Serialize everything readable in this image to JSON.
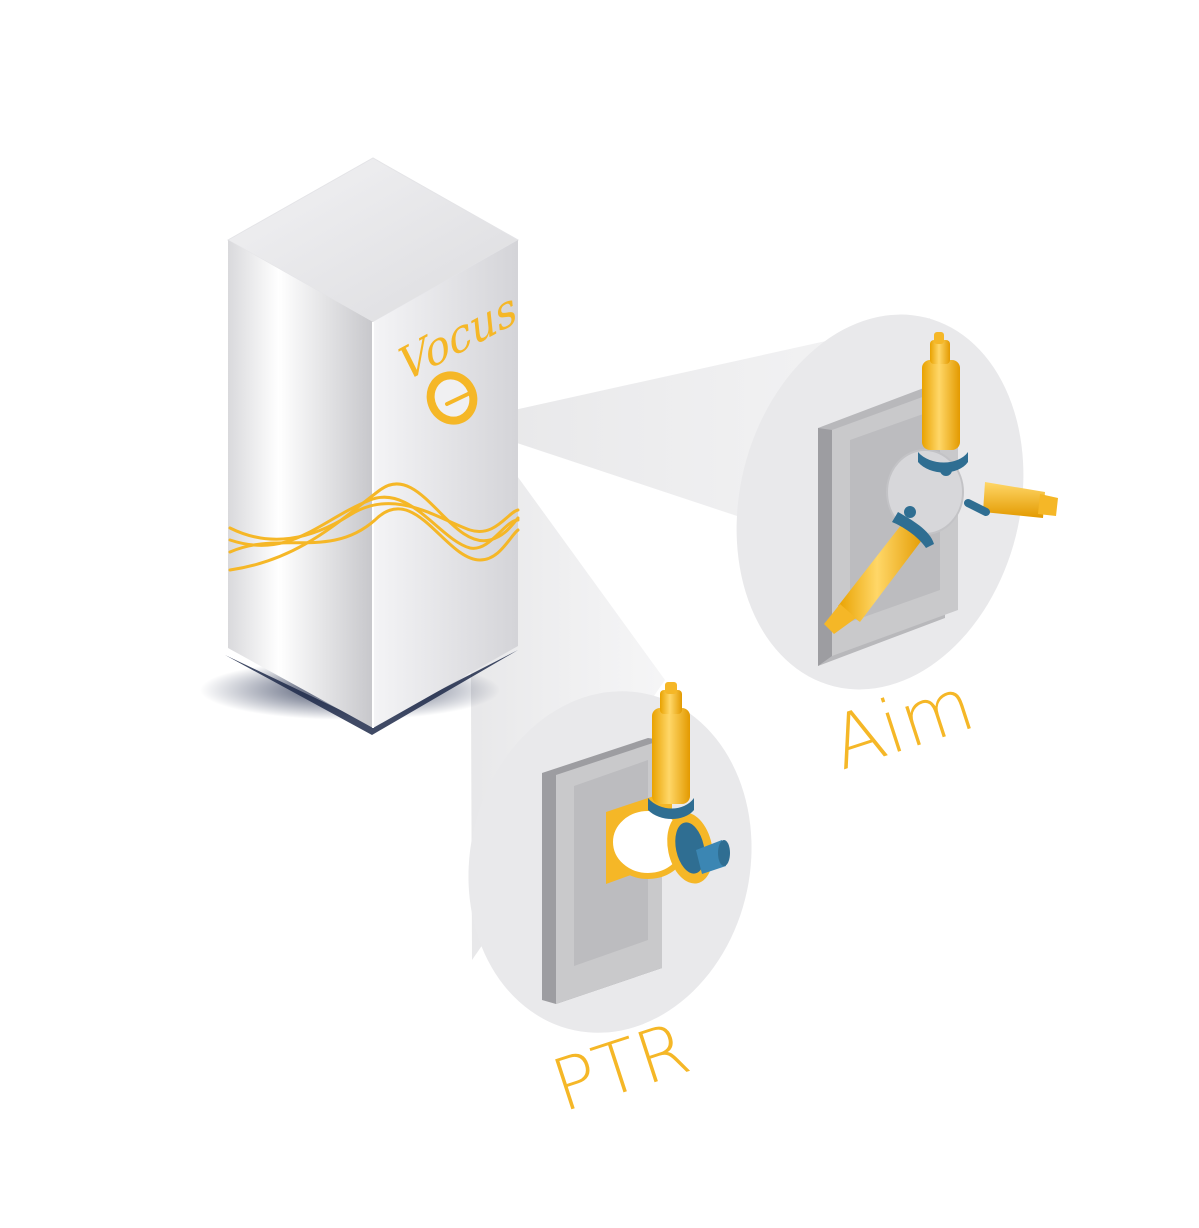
{
  "diagram": {
    "brand": "Vocus",
    "labels": {
      "aim": "Aim",
      "ptr": "PTR"
    },
    "colors": {
      "accent": "#F5B727",
      "accent_light": "#FFD15C",
      "steel_blue": "#2F6E92",
      "panel_gray": "#C9C9CB",
      "bubble_gray": "#E9E9EB",
      "shadow": "#1F2A4A"
    },
    "icons": {
      "cabinet": "equipment-cabinet-icon",
      "aim_detail": "multi-probe-fitting-icon",
      "ptr_detail": "single-probe-rotary-fitting-icon"
    }
  }
}
